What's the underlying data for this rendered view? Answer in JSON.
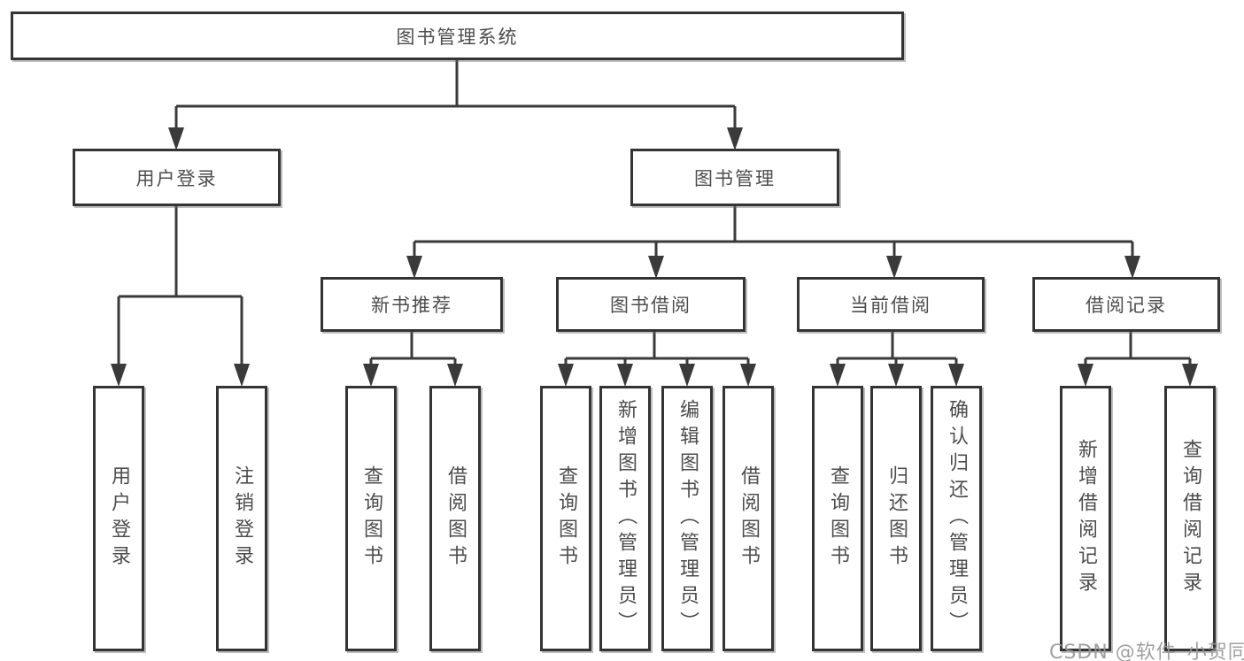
{
  "diagram": {
    "root": "图书管理系统",
    "level2": {
      "user_login": "用户登录",
      "book_mgmt": "图书管理"
    },
    "level3": {
      "new_book_rec": "新书推荐",
      "book_borrow": "图书借阅",
      "current_borrow": "当前借阅",
      "borrow_record": "借阅记录"
    },
    "leaves": {
      "user_login_1": "用户登录",
      "user_login_2": "注销登录",
      "new_book_rec_1": "查询图书",
      "new_book_rec_2": "借阅图书",
      "book_borrow_1": "查询图书",
      "book_borrow_2": "新增图书（管理员）",
      "book_borrow_3": "编辑图书（管理员）",
      "book_borrow_4": "借阅图书",
      "current_borrow_1": "查询图书",
      "current_borrow_2": "归还图书",
      "current_borrow_3": "确认归还（管理员）",
      "borrow_record_1": "新增借阅记录",
      "borrow_record_2": "查询借阅记录"
    }
  },
  "watermark": "CSDN @软件_小贺同学",
  "colors": {
    "line": "#3a3a3a",
    "box_border": "#343434",
    "text": "#4d4d4d",
    "watermark": "#969696",
    "background": "#ffffff"
  }
}
